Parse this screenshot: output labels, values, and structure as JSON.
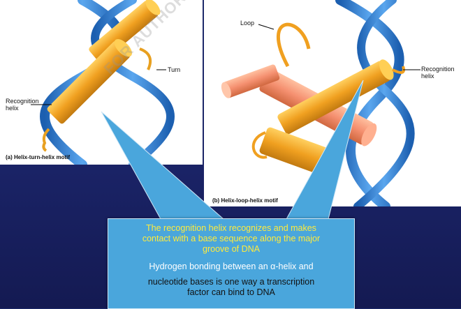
{
  "watermark": "FOR AUTHOR",
  "panel_a": {
    "turn_label": "Turn",
    "recognition_label_line1": "Recognition",
    "recognition_label_line2": "helix",
    "caption": "(a) Helix-turn-helix motif"
  },
  "panel_b": {
    "loop_label": "Loop",
    "recognition_label_line1": "Recognition",
    "recognition_label_line2": "helix",
    "caption": "(b) Helix-loop-helix motif"
  },
  "callout": {
    "yellow_line1": "The recognition helix recognizes and makes",
    "yellow_line2": "contact with a base sequence along the major",
    "yellow_line3": "groove of DNA",
    "white_line1": "Hydrogen bonding between an α-helix and",
    "black_line1": "nucleotide bases is one way a transcription",
    "black_line2": "factor can bind to DNA"
  },
  "colors": {
    "background": "#1a2366",
    "dna": "#3b8ad6",
    "helix_orange": "#f0a020",
    "helix_salmon": "#f59070",
    "callout": "#4aa6dc",
    "callout_yellow_text": "#ffeb3b"
  }
}
